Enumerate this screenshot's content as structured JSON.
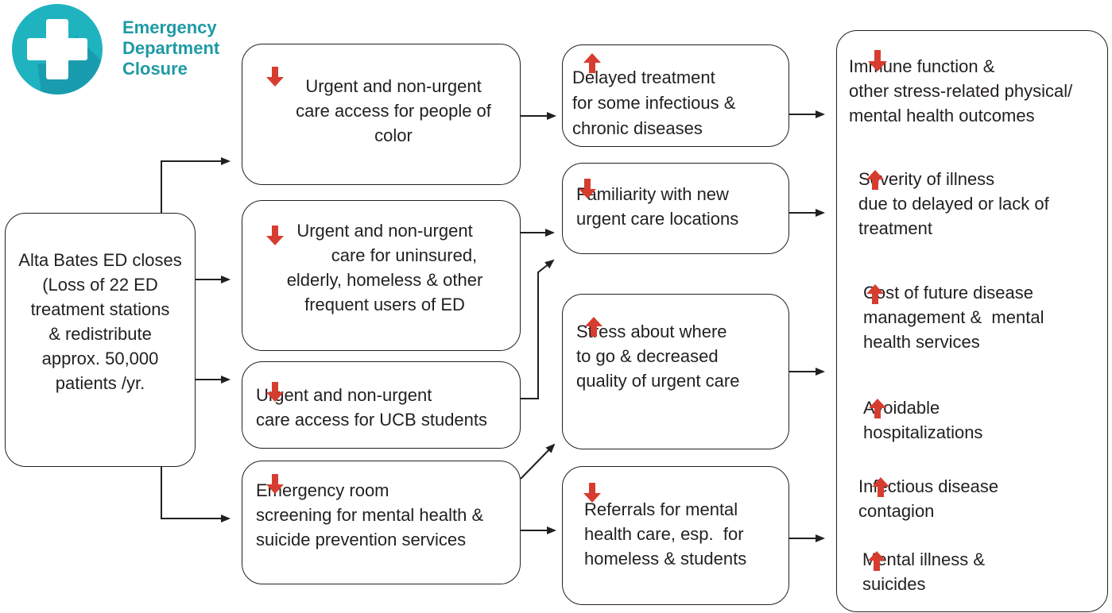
{
  "logo": {
    "icon": "medical-cross-icon",
    "color": "#1fb3c0",
    "shadow": "#1589a0",
    "title": "Emergency\nDepartment\nClosure"
  },
  "colors": {
    "down_arrow": "#d63d2f",
    "up_arrow": "#d63d2f",
    "title": "#1f9aa5"
  },
  "source": {
    "text": "Alta Bates ED closes\n(Loss of 22 ED\ntreatment stations\n& redistribute\napprox. 50,000\npatients /yr."
  },
  "access": [
    {
      "direction": "down",
      "text": "Urgent and non-urgent\ncare access for people of\ncolor"
    },
    {
      "direction": "down",
      "text": "Urgent and non-urgent\n        care for uninsured,\nelderly, homeless & other\nfrequent users of ED"
    },
    {
      "direction": "down",
      "text": "Urgent and non-urgent\ncare access for UCB students"
    },
    {
      "direction": "down",
      "text": "Emergency room\nscreening for mental health &\nsuicide prevention services"
    }
  ],
  "effects": [
    {
      "direction": "up",
      "text": "Delayed treatment\nfor some infectious &\nchronic diseases"
    },
    {
      "direction": "down",
      "text": "Familiarity with new\nurgent care locations"
    },
    {
      "direction": "up",
      "text": "Stress about where\nto go & decreased\nquality of urgent care"
    },
    {
      "direction": "down",
      "text": "Referrals for mental\nhealth care, esp.  for\nhomeless & students"
    }
  ],
  "outcomes": [
    {
      "direction": "down",
      "text": "Immune function &\nother stress-related physical/\nmental health outcomes"
    },
    {
      "direction": "up",
      "text": "Severity of illness\ndue to delayed or lack of\ntreatment"
    },
    {
      "direction": "up",
      "text": "Cost of future disease\nmanagement &  mental\nhealth services"
    },
    {
      "direction": "up",
      "text": "Avoidable\nhospitalizations"
    },
    {
      "direction": "up",
      "text": "Infectious disease\ncontagion"
    },
    {
      "direction": "up",
      "text": "Mental illness &\nsuicides"
    }
  ]
}
